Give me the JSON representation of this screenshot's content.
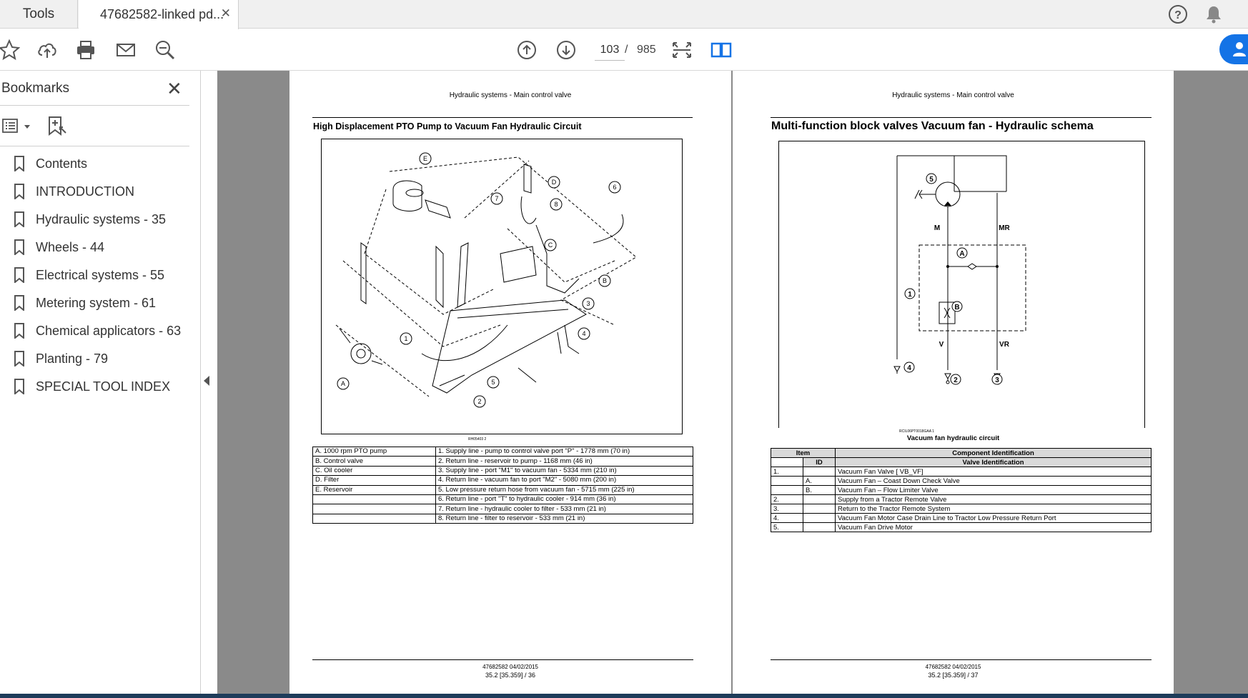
{
  "tabs": [
    {
      "label": "Tools"
    },
    {
      "label": "47682582-linked pd...",
      "close_icon": "close-icon"
    }
  ],
  "topbar_icons": [
    "help-icon",
    "bell-icon"
  ],
  "toolbar": {
    "icons": [
      "star-icon",
      "upload-icon",
      "print-icon",
      "mail-icon",
      "zoom-out-icon",
      "page-up-icon",
      "page-down-icon",
      "fit-page-icon",
      "two-page-view-icon",
      "add-user-icon"
    ],
    "page_current": "103",
    "page_separator": "/",
    "page_total": "985"
  },
  "sidebar": {
    "title": "Bookmarks",
    "bookmarks": [
      {
        "label": "Contents"
      },
      {
        "label": "INTRODUCTION"
      },
      {
        "label": "Hydraulic systems - 35"
      },
      {
        "label": "Wheels - 44"
      },
      {
        "label": "Electrical systems - 55"
      },
      {
        "label": "Metering system - 61"
      },
      {
        "label": "Chemical applicators - 63"
      },
      {
        "label": "Planting - 79"
      },
      {
        "label": "SPECIAL TOOL INDEX"
      }
    ]
  },
  "left_page": {
    "running_head": "Hydraulic systems - Main control valve",
    "title": "High Displacement PTO Pump to Vacuum Fan Hydraulic Circuit",
    "figure_code": "RH05403   2",
    "callouts": [
      "A",
      "B",
      "C",
      "D",
      "E",
      "1",
      "2",
      "3",
      "4",
      "5",
      "6",
      "7",
      "8"
    ],
    "legend_left": [
      "A. 1000 rpm PTO pump",
      "B. Control valve",
      "C. Oil cooler",
      "D. Filter",
      "E. Reservoir",
      "",
      "",
      ""
    ],
    "legend_right": [
      "1. Supply line - pump to control valve port \"P\" - 1778 mm (70 in)",
      "2. Return line - reservoir to pump - 1168 mm (46 in)",
      "3. Supply line - port \"M1\" to vacuum fan - 5334 mm (210 in)",
      "4. Return line - vacuum fan to port \"M2\" - 5080 mm (200 in)",
      "5. Low pressure return hose from vacuum fan - 5715 mm (225 in)",
      "6. Return line - port \"T\" to hydraulic cooler - 914 mm (36 in)",
      "7. Return line - hydraulic cooler to filter - 533 mm (21 in)",
      "8. Return line - filter to reservoir - 533 mm (21 in)"
    ],
    "footer_doc": "47682582 04/02/2015",
    "footer_page": "35.2 [35.359] / 36"
  },
  "right_page": {
    "running_head": "Hydraulic systems - Main control valve",
    "title": "Multi-function block valves Vacuum fan - Hydraulic schema",
    "figure_code": "RCIL06PT0018GAA    1",
    "caption": "Vacuum fan hydraulic circuit",
    "schema_labels": {
      "m": "M",
      "mr": "MR",
      "v": "V",
      "vr": "VR",
      "a": "A",
      "b": "B",
      "n1": "1",
      "n2": "2",
      "n3": "3",
      "n4": "4",
      "n5": "5"
    },
    "table": {
      "header1": [
        "Item",
        "Component Identification"
      ],
      "header2": [
        "ID",
        "Valve Identification"
      ],
      "rows": [
        {
          "item": "1.",
          "id": "",
          "desc": "Vacuum Fan Valve [ VB_VF]"
        },
        {
          "item": "",
          "id": "A.",
          "desc": "Vacuum Fan – Coast Down Check Valve"
        },
        {
          "item": "",
          "id": "B.",
          "desc": "Vacuum Fan – Flow Limiter Valve"
        },
        {
          "item": "2.",
          "id": "",
          "desc": "Supply from a Tractor Remote Valve"
        },
        {
          "item": "3.",
          "id": "",
          "desc": "Return to the Tractor Remote System"
        },
        {
          "item": "4.",
          "id": "",
          "desc": "Vacuum Fan Motor Case Drain Line to Tractor Low Pressure Return Port"
        },
        {
          "item": "5.",
          "id": "",
          "desc": "Vacuum Fan Drive Motor"
        }
      ]
    },
    "footer_doc": "47682582 04/02/2015",
    "footer_page": "35.2 [35.359] / 37"
  }
}
